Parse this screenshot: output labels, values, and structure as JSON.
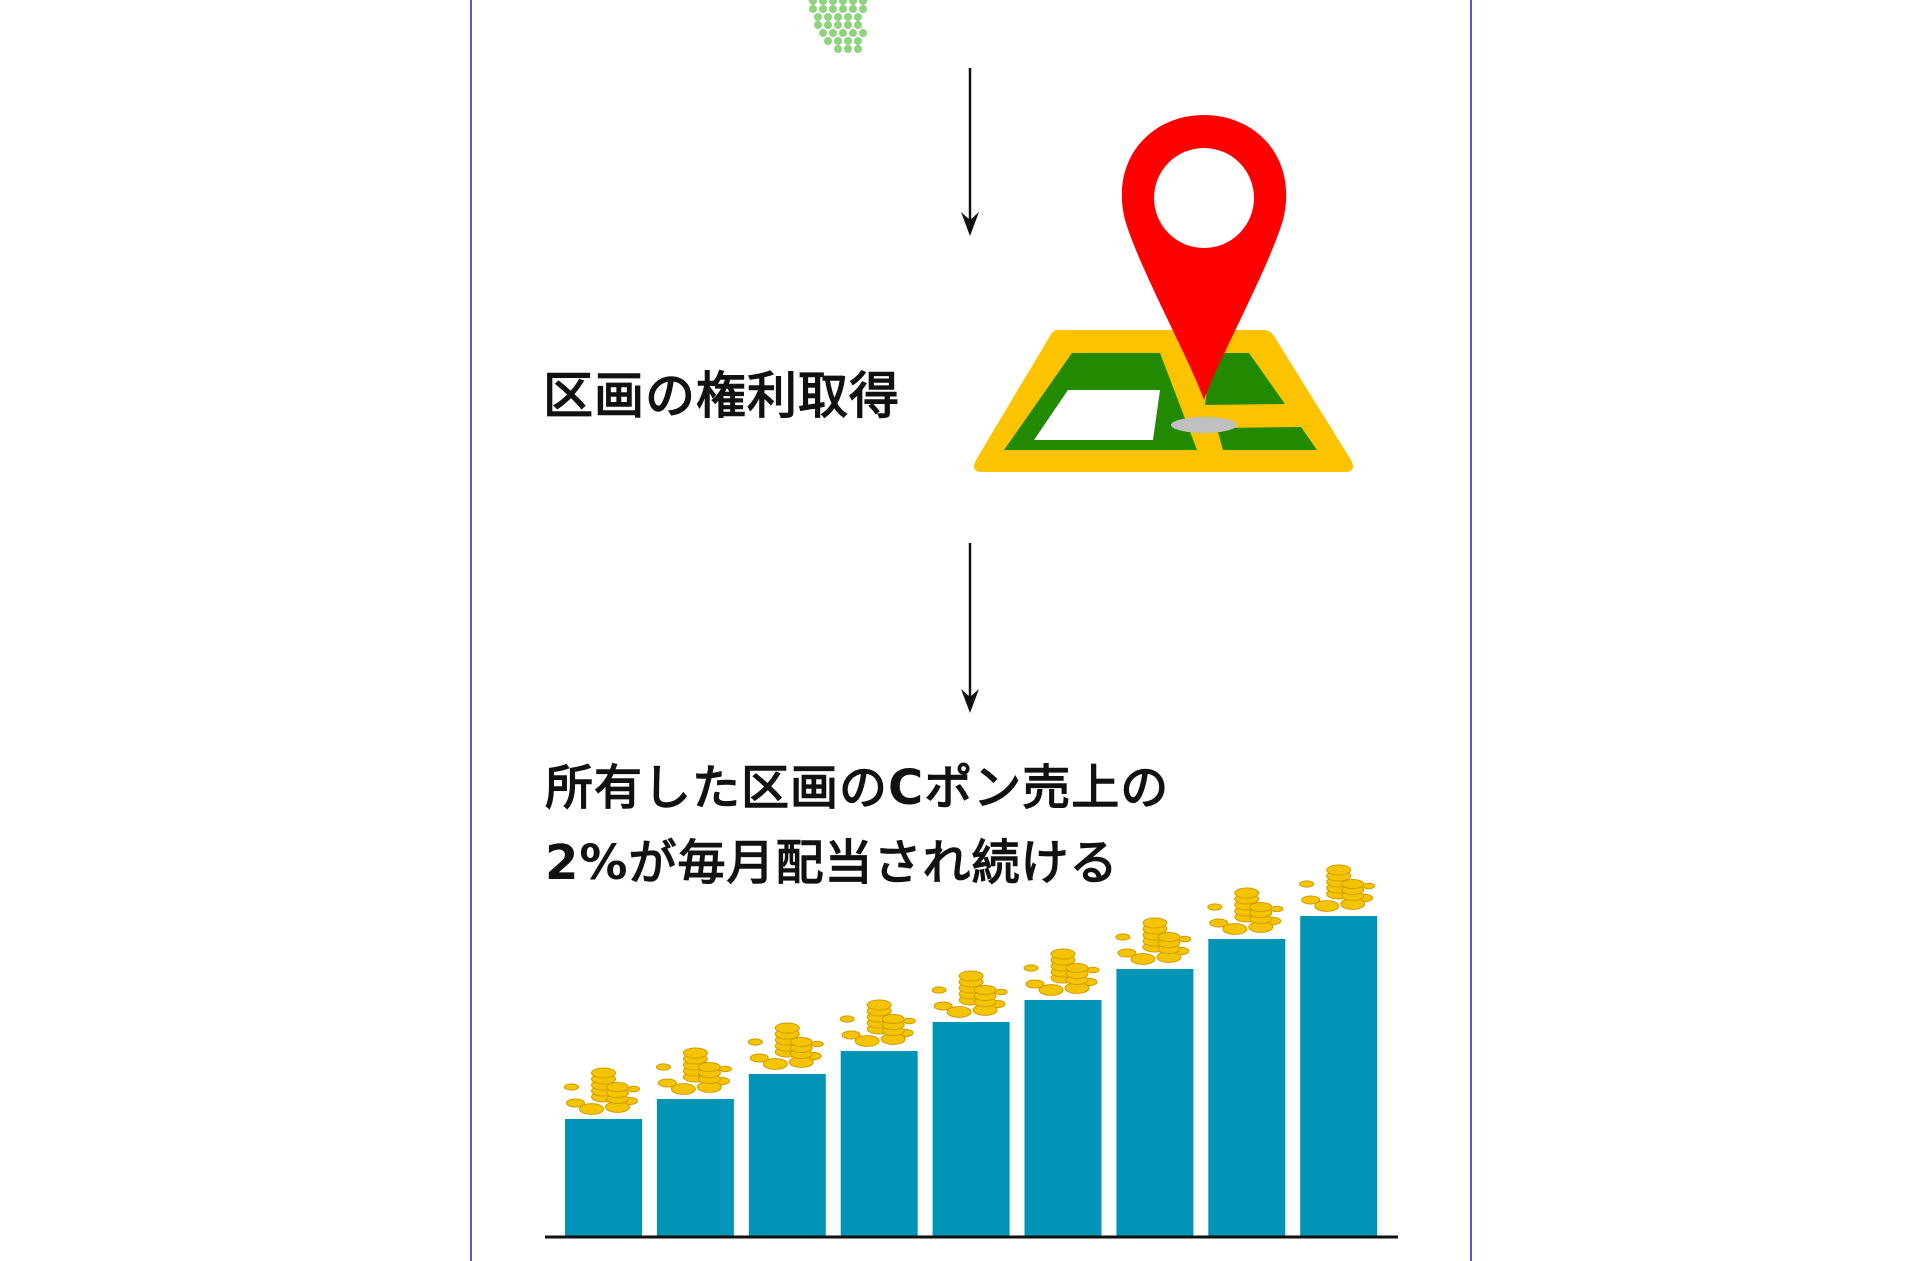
{
  "steps": {
    "acquire_title": "区画の権利取得",
    "result_line1": "所有した区画のCポン売上の",
    "result_line2": "2%が毎月配当され続ける"
  },
  "colors": {
    "frame_border": "#6a4fd6",
    "dots": "#8fd37e",
    "pin": "#ff0000",
    "map_frame": "#fcc300",
    "map_green": "#218a00",
    "bar": "#0095b6",
    "coin": "#f5c400"
  },
  "growth_bars": {
    "count": 9,
    "relative_values": [
      117,
      137,
      162,
      185,
      214,
      236,
      267,
      297,
      320
    ]
  }
}
